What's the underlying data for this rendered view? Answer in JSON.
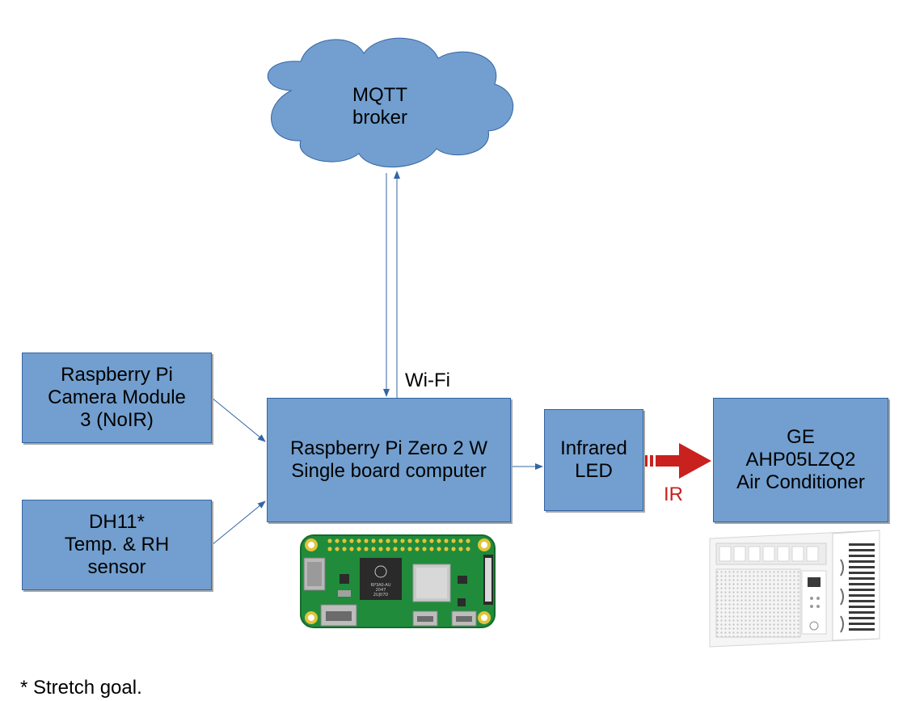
{
  "cloud": {
    "line1": "MQTT",
    "line2": "broker"
  },
  "camera_box": {
    "line1": "Raspberry Pi",
    "line2": "Camera Module",
    "line3": "3 (NoIR)"
  },
  "sensor_box": {
    "line1": "DH11*",
    "line2": "Temp. & RH",
    "line3": "sensor"
  },
  "pi_box": {
    "line1": "Raspberry Pi Zero 2 W",
    "line2": "Single board computer"
  },
  "led_box": {
    "line1": "Infrared",
    "line2": "LED"
  },
  "ac_box": {
    "line1": "GE",
    "line2": "AHP05LZQ2",
    "line3": "Air Conditioner"
  },
  "labels": {
    "wifi": "Wi-Fi",
    "ir": "IR",
    "footnote": "* Stretch goal."
  },
  "board_photo": {
    "chip_text_1": "RP3A0-AU",
    "chip_text_2": "2047",
    "chip_text_3": "2UJ07D"
  },
  "colors": {
    "box_fill": "#729fcf",
    "box_border": "#3465a4",
    "connector": "#3465a4",
    "ir_arrow": "#c9211e",
    "ir_text": "#c9211e"
  }
}
